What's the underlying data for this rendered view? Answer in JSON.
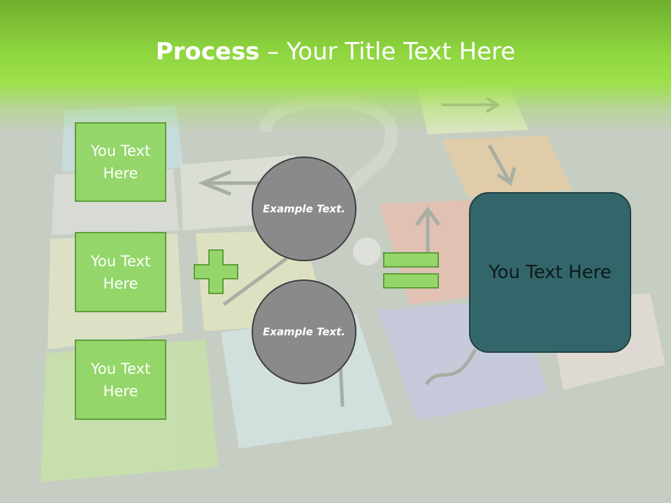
{
  "title": {
    "bold": "Process",
    "rest": " – Your Title Text Here"
  },
  "left_boxes": [
    "You Text Here",
    "You Text Here",
    "You Text Here"
  ],
  "circles": [
    "Example Text.",
    "Example Text."
  ],
  "result": "You Text Here",
  "colors": {
    "header_green": "#9de04a",
    "box_fill": "#94d66a",
    "box_border": "#5e9e3a",
    "circle_fill": "#8a8a8a",
    "result_fill": "#33666a"
  },
  "icons": [
    "plus-icon",
    "equals-icon"
  ]
}
